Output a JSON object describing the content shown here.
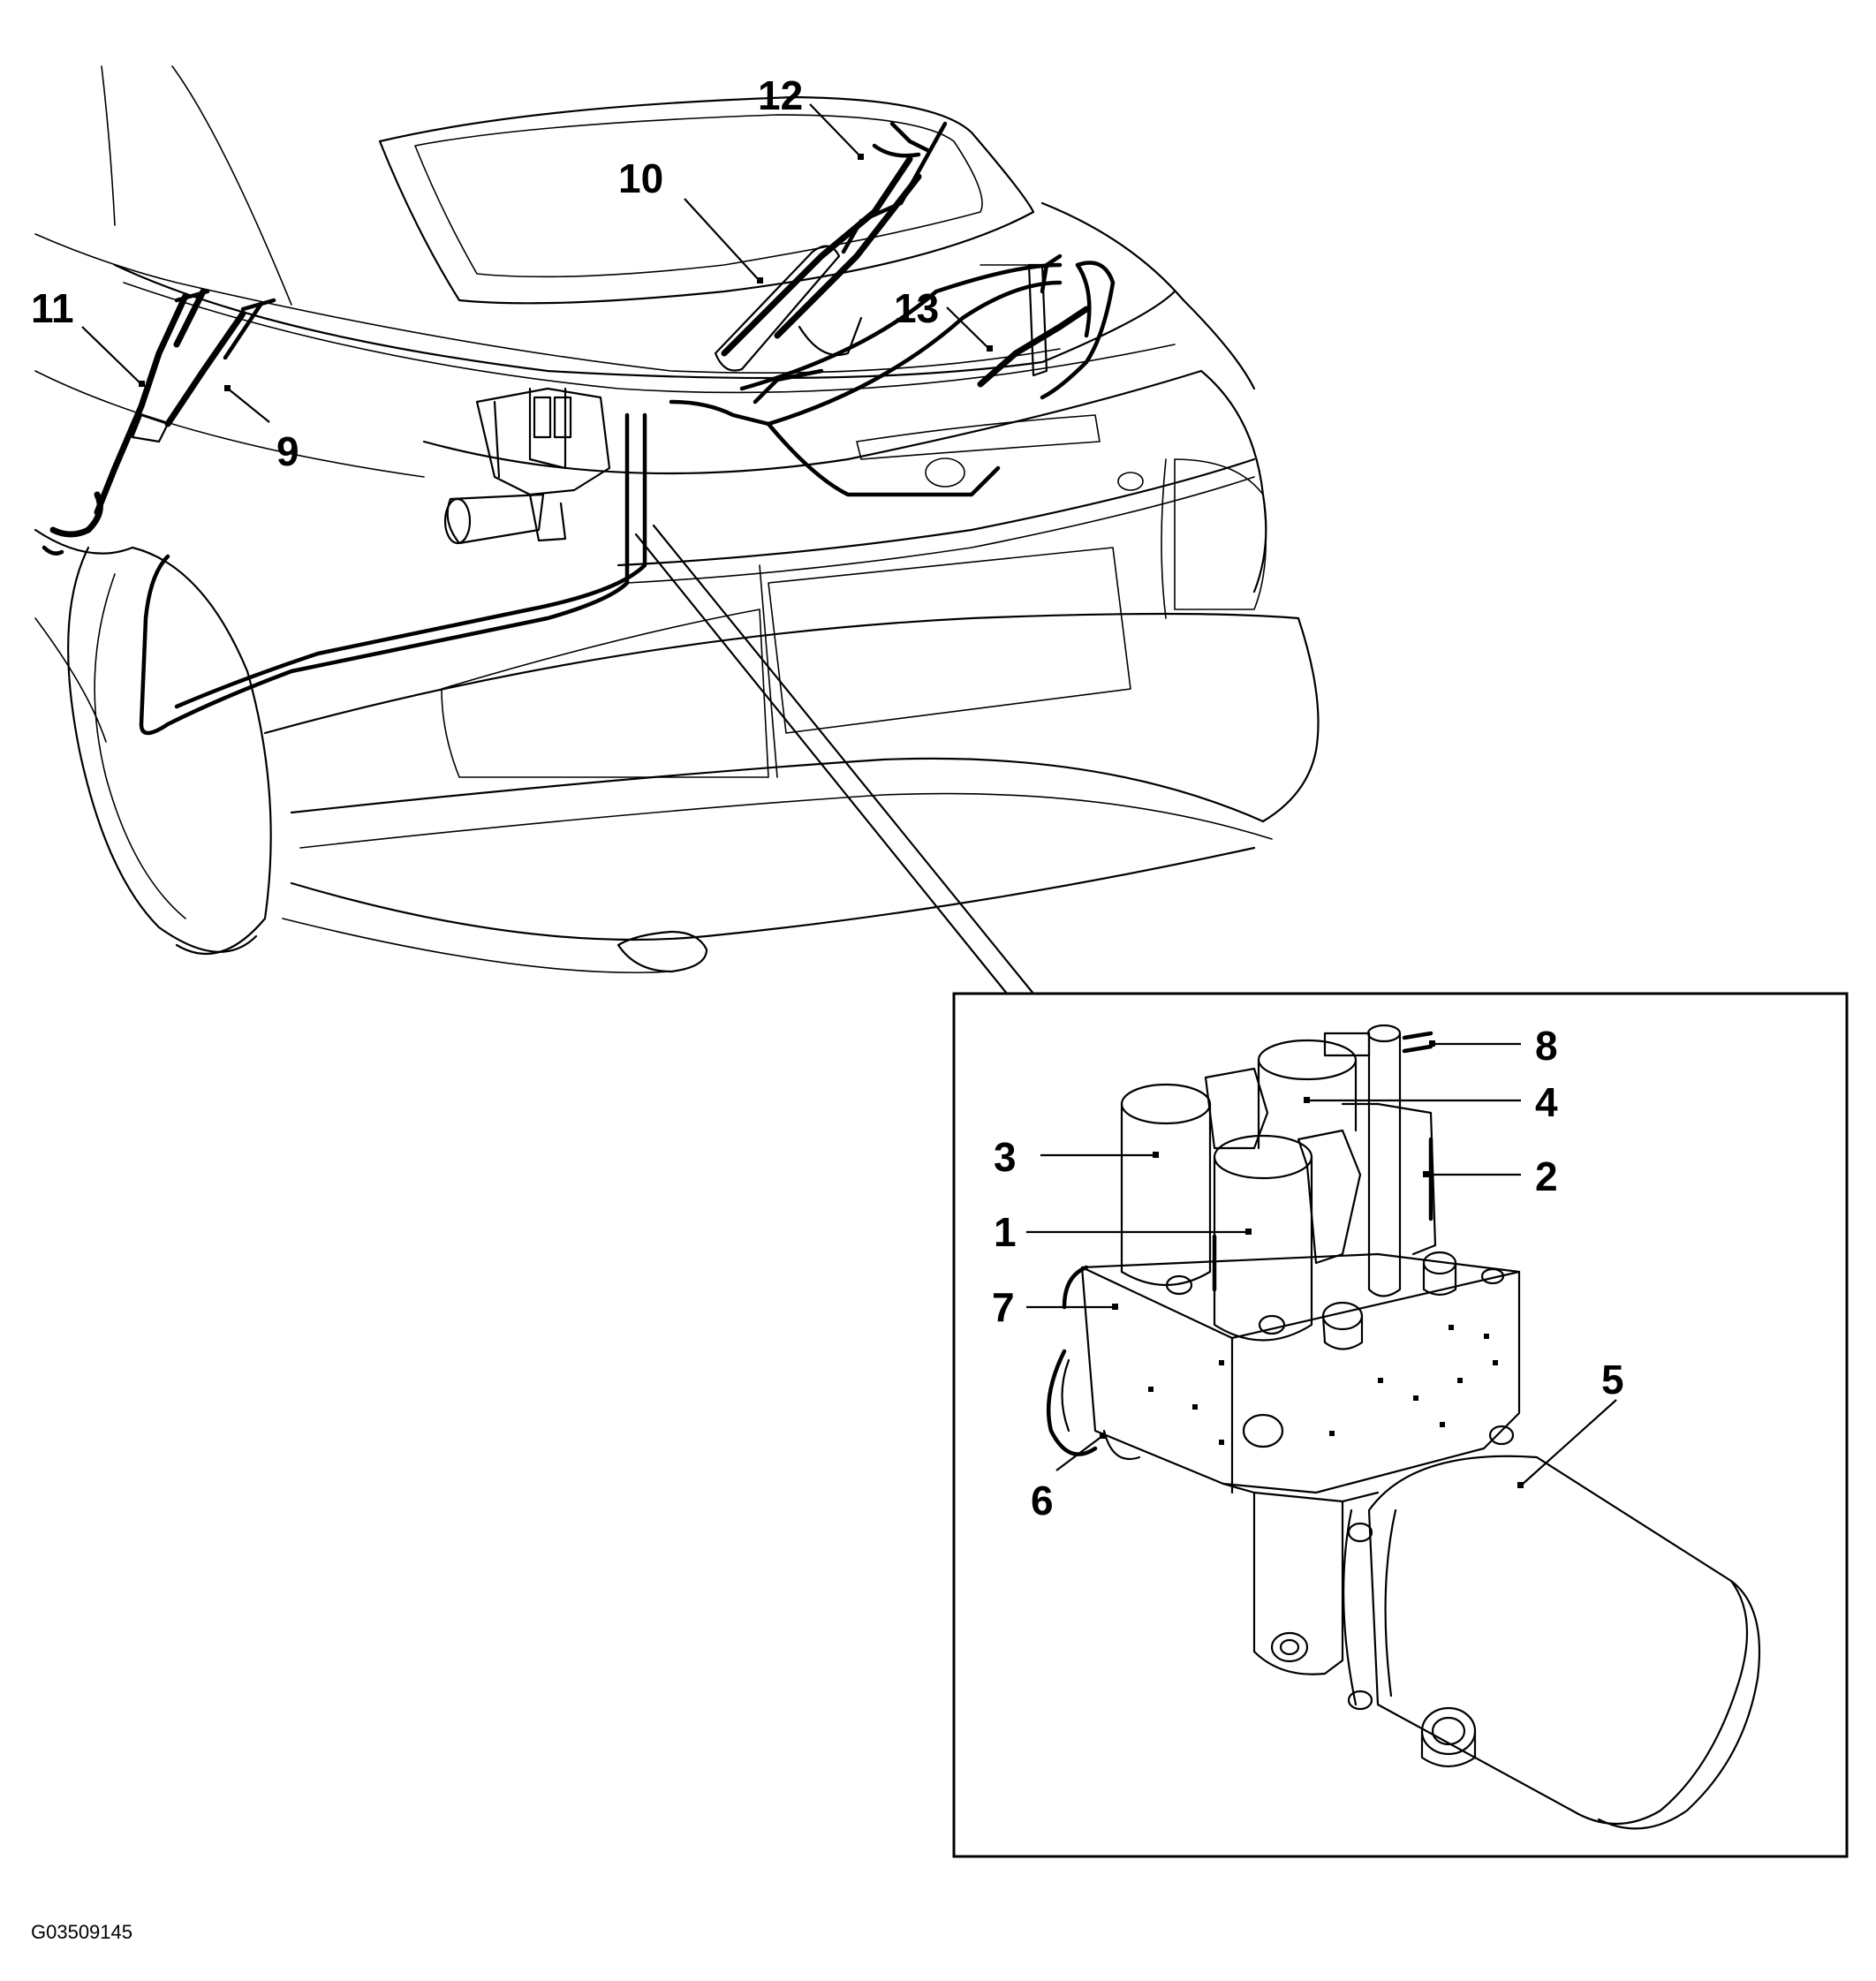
{
  "callouts": [
    {
      "id": "c1",
      "label": "1"
    },
    {
      "id": "c2",
      "label": "2"
    },
    {
      "id": "c3",
      "label": "3"
    },
    {
      "id": "c4",
      "label": "4"
    },
    {
      "id": "c5",
      "label": "5"
    },
    {
      "id": "c6",
      "label": "6"
    },
    {
      "id": "c7",
      "label": "7"
    },
    {
      "id": "c8",
      "label": "8"
    },
    {
      "id": "c9",
      "label": "9"
    },
    {
      "id": "c10",
      "label": "10"
    },
    {
      "id": "c11",
      "label": "11"
    },
    {
      "id": "c12",
      "label": "12"
    },
    {
      "id": "c13",
      "label": "13"
    }
  ],
  "figure_code": "G03509145"
}
